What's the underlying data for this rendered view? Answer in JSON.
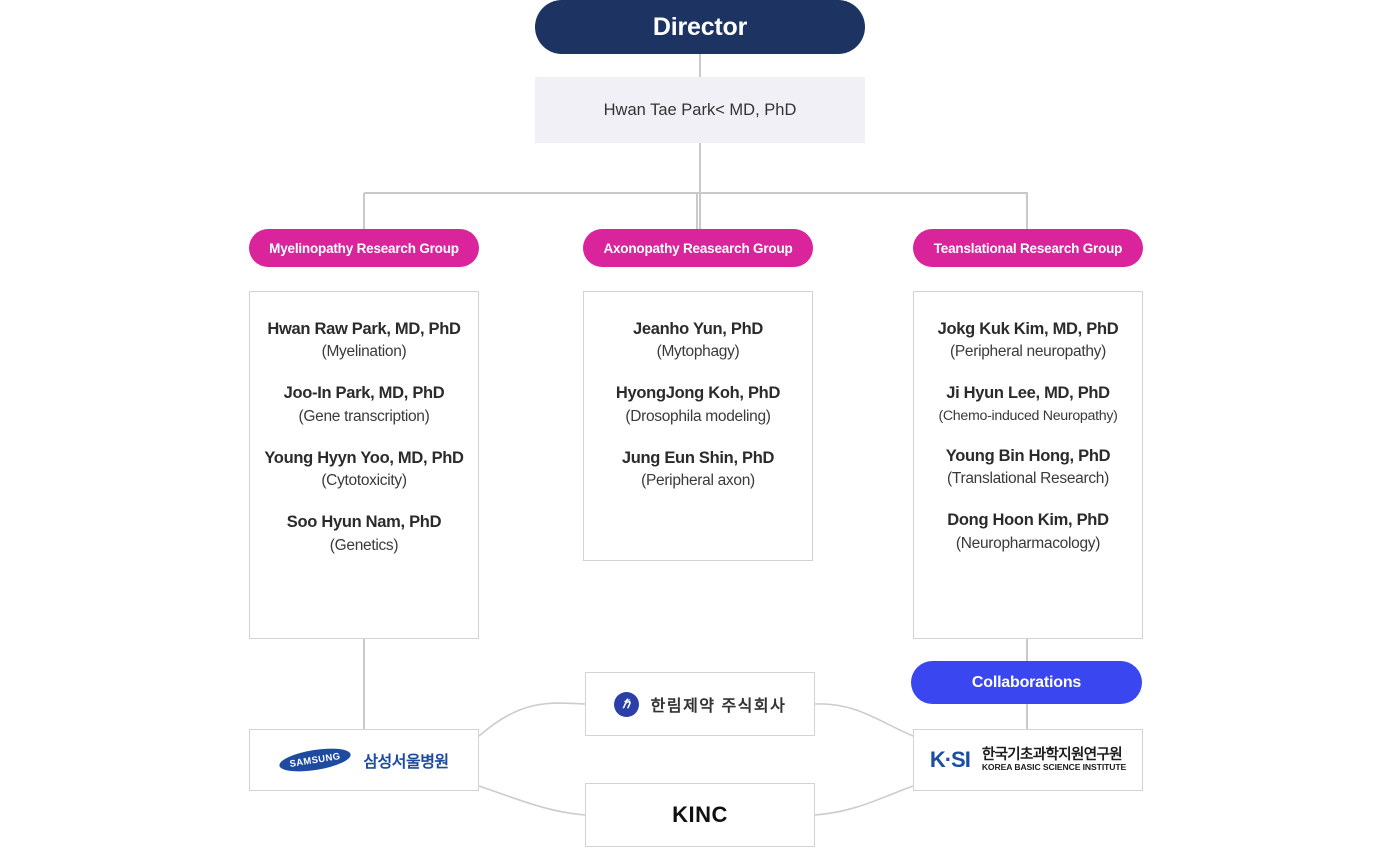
{
  "director": {
    "title": "Director",
    "name": "Hwan Tae Park< MD, PhD"
  },
  "groups": [
    {
      "label": "Myelinopathy Research Group",
      "members": [
        {
          "name": "Hwan Raw Park, MD, PhD",
          "field": "(Myelination)"
        },
        {
          "name": "Joo-In Park, MD, PhD",
          "field": "(Gene transcription)"
        },
        {
          "name": "Young Hyyn Yoo, MD, PhD",
          "field": "(Cytotoxicity)"
        },
        {
          "name": "Soo Hyun Nam, PhD",
          "field": "(Genetics)"
        }
      ]
    },
    {
      "label": "Axonopathy Reasearch Group",
      "members": [
        {
          "name": "Jeanho Yun, PhD",
          "field": "(Mytophagy)"
        },
        {
          "name": "HyongJong Koh, PhD",
          "field": "(Drosophila modeling)"
        },
        {
          "name": "Jung Eun Shin, PhD",
          "field": "(Peripheral axon)"
        }
      ]
    },
    {
      "label": "Teanslational Research Group",
      "members": [
        {
          "name": "Jokg Kuk Kim, MD, PhD",
          "field": "(Peripheral neuropathy)"
        },
        {
          "name": "Ji Hyun Lee, MD, PhD",
          "field": "(Chemo-induced Neuropathy)"
        },
        {
          "name": "Young Bin Hong, PhD",
          "field": "(Translational Research)"
        },
        {
          "name": "Dong Hoon Kim, PhD",
          "field": "(Neuropharmacology)"
        }
      ]
    }
  ],
  "collaborations": {
    "label": "Collaborations",
    "partners": [
      {
        "id": "samsung",
        "mark_text": "SAMSUNG",
        "name_kr": "삼성서울병원"
      },
      {
        "id": "hanlim",
        "mark_text": "ℏ",
        "name_kr": "한림제약 주식회사"
      },
      {
        "id": "kbsi",
        "mark_text": "K·SI",
        "name_kr": "한국기초과학지원연구원",
        "name_en": "KOREA BASIC SCIENCE INSTITUTE"
      },
      {
        "id": "kinc",
        "name_en": "KINC"
      }
    ]
  },
  "colors": {
    "director_navy": "#1d3361",
    "director_strip": "#f1f0f6",
    "group_pink": "#d9249c",
    "collab_blue": "#3a46ef",
    "connector_gray": "#c9c9c9",
    "box_border": "#d3d3d3",
    "logo_blue": "#1e4ba0"
  }
}
